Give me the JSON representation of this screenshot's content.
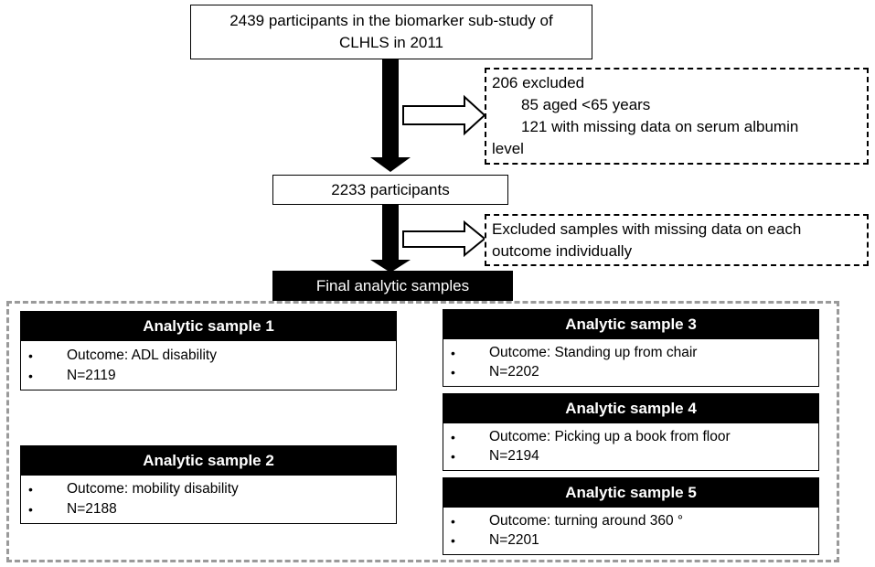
{
  "flow": {
    "top_box": {
      "line1": "2439 participants in the biomarker sub-study of",
      "line2": "CLHLS in 2011"
    },
    "exclusion_1": {
      "heading": "206 excluded",
      "item1": "85 aged <65 years",
      "item2": "121 with missing data on serum albumin",
      "item2_cont": "level"
    },
    "middle_box": {
      "label": "2233 participants"
    },
    "exclusion_2": {
      "line1": "Excluded samples with missing data on each",
      "line2": "outcome individually"
    },
    "final_header": {
      "label": "Final analytic samples"
    }
  },
  "samples": [
    {
      "title": "Analytic sample 1",
      "bullet_char": "•",
      "outcome": "Outcome: ADL disability",
      "n": "N=2119"
    },
    {
      "title": "Analytic sample 2",
      "bullet_char": "•",
      "outcome": "Outcome: mobility disability",
      "n": "N=2188"
    },
    {
      "title": "Analytic sample 3",
      "bullet_char": "•",
      "outcome": "Outcome: Standing up from chair",
      "n": "N=2202"
    },
    {
      "title": "Analytic sample 4",
      "bullet_char": "•",
      "outcome": "Outcome: Picking up a book from floor",
      "n": "N=2194"
    },
    {
      "title": "Analytic sample 5",
      "bullet_char": "•",
      "outcome": "Outcome: turning around 360 °",
      "n": "N=2201"
    }
  ]
}
